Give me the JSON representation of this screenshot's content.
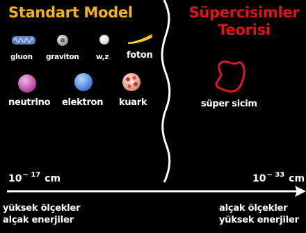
{
  "standard_model": {
    "title": "Standart Model",
    "particles": [
      {
        "label": "gluon",
        "icon": "gluon-icon"
      },
      {
        "label": "graviton",
        "icon": "graviton-icon"
      },
      {
        "label": "w,z",
        "icon": "wz-boson-icon"
      },
      {
        "label": "foton",
        "icon": "photon-icon"
      },
      {
        "label": "neutrino",
        "icon": "neutrino-icon"
      },
      {
        "label": "elektron",
        "icon": "electron-icon"
      },
      {
        "label": "kuark",
        "icon": "quark-icon"
      }
    ]
  },
  "superstring": {
    "title_line1": "Süpercisimler",
    "title_line2": "Teorisi",
    "string_label": "süper sicim",
    "icon": "superstring-loop-icon"
  },
  "scale": {
    "left_base": "10",
    "left_exp": "− 17",
    "left_unit": "cm",
    "right_base": "10",
    "right_exp": "− 33",
    "right_unit": "cm"
  },
  "bottom_left": {
    "line1": "yüksek ölçekler",
    "line2": "alçak enerjiler"
  },
  "bottom_right": {
    "line1": "alçak ölçekler",
    "line2": "yüksek enerjiler"
  },
  "colors": {
    "background": "#000000",
    "standard_title": "#f2b21a",
    "superstring_title": "#e0131c",
    "string_loop": "#e01820",
    "text": "#ffffff"
  }
}
